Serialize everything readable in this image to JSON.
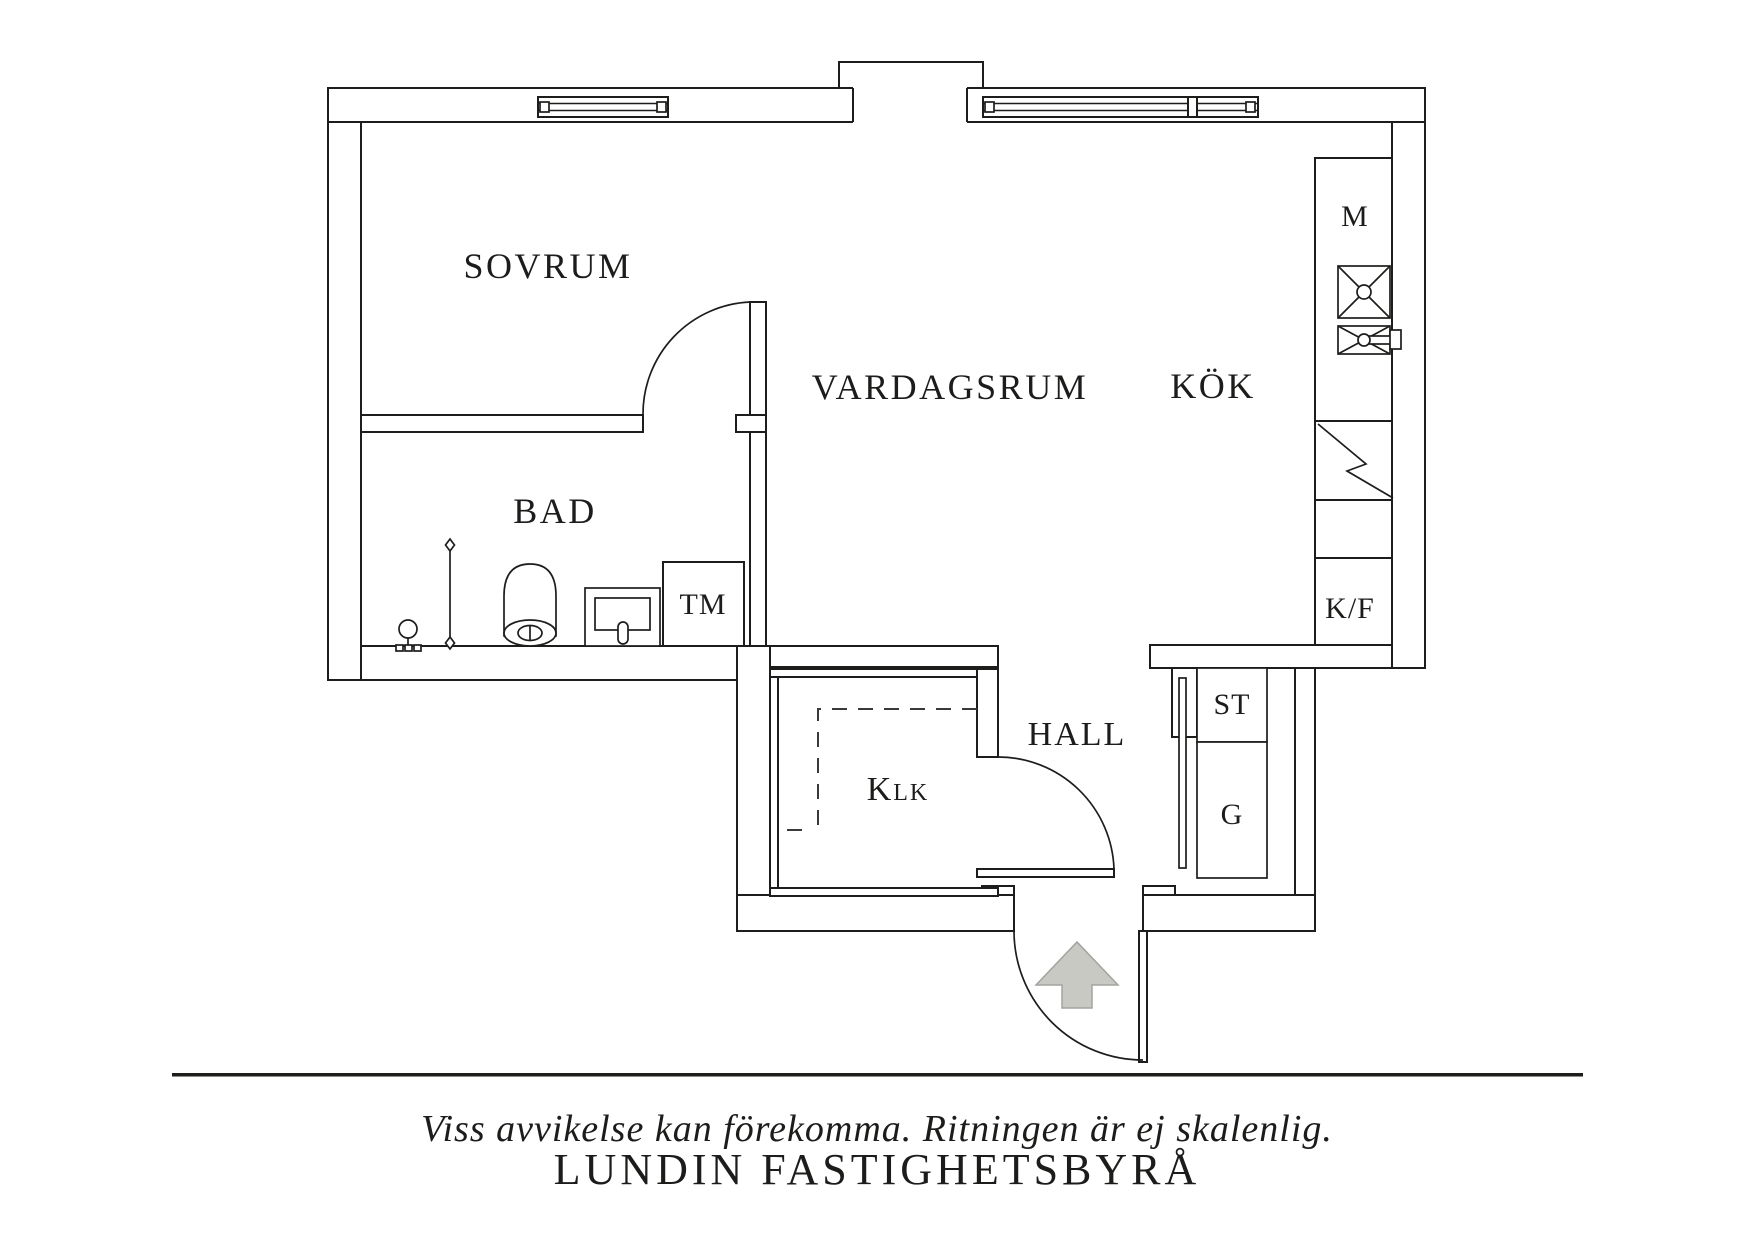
{
  "document_type": "apartment floor plan",
  "labels": {
    "sovrum": "SOVRUM",
    "vardagsrum": "VARDAGSRUM",
    "kok": "KÖK",
    "bad": "BAD",
    "hall": "HALL",
    "klk": "Klk",
    "tm": "TM",
    "m": "M",
    "kf": "K/F",
    "st": "ST",
    "g": "G"
  },
  "footer": {
    "disclaimer": "Viss avvikelse kan förekomma. Ritningen är ej skalenlig.",
    "brand": "LUNDIN FASTIGHETSBYRÅ"
  },
  "colors": {
    "line": "#1d1d1b",
    "arrow_fill": "#c9c9c4",
    "arrow_stroke": "#a3a39e",
    "background": "#ffffff"
  }
}
